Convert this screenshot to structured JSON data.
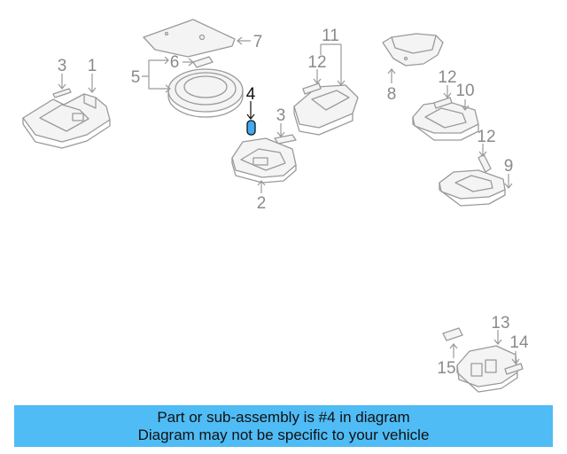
{
  "diagram": {
    "callouts": [
      {
        "id": "c1",
        "label": "1"
      },
      {
        "id": "c2",
        "label": "2"
      },
      {
        "id": "c3a",
        "label": "3"
      },
      {
        "id": "c3b",
        "label": "3"
      },
      {
        "id": "c4",
        "label": "4"
      },
      {
        "id": "c5",
        "label": "5"
      },
      {
        "id": "c6",
        "label": "6"
      },
      {
        "id": "c7",
        "label": "7"
      },
      {
        "id": "c8",
        "label": "8"
      },
      {
        "id": "c9",
        "label": "9"
      },
      {
        "id": "c10",
        "label": "10"
      },
      {
        "id": "c11",
        "label": "11"
      },
      {
        "id": "c12a",
        "label": "12"
      },
      {
        "id": "c12b",
        "label": "12"
      },
      {
        "id": "c12c",
        "label": "12"
      },
      {
        "id": "c13",
        "label": "13"
      },
      {
        "id": "c14",
        "label": "14"
      },
      {
        "id": "c15",
        "label": "15"
      }
    ],
    "highlight_color": "#3fa9f5",
    "caption_bg": "#4fbcf5"
  },
  "caption": {
    "line1": "Part or sub-assembly is #4 in diagram",
    "line2": "Diagram may not be specific to your vehicle"
  }
}
